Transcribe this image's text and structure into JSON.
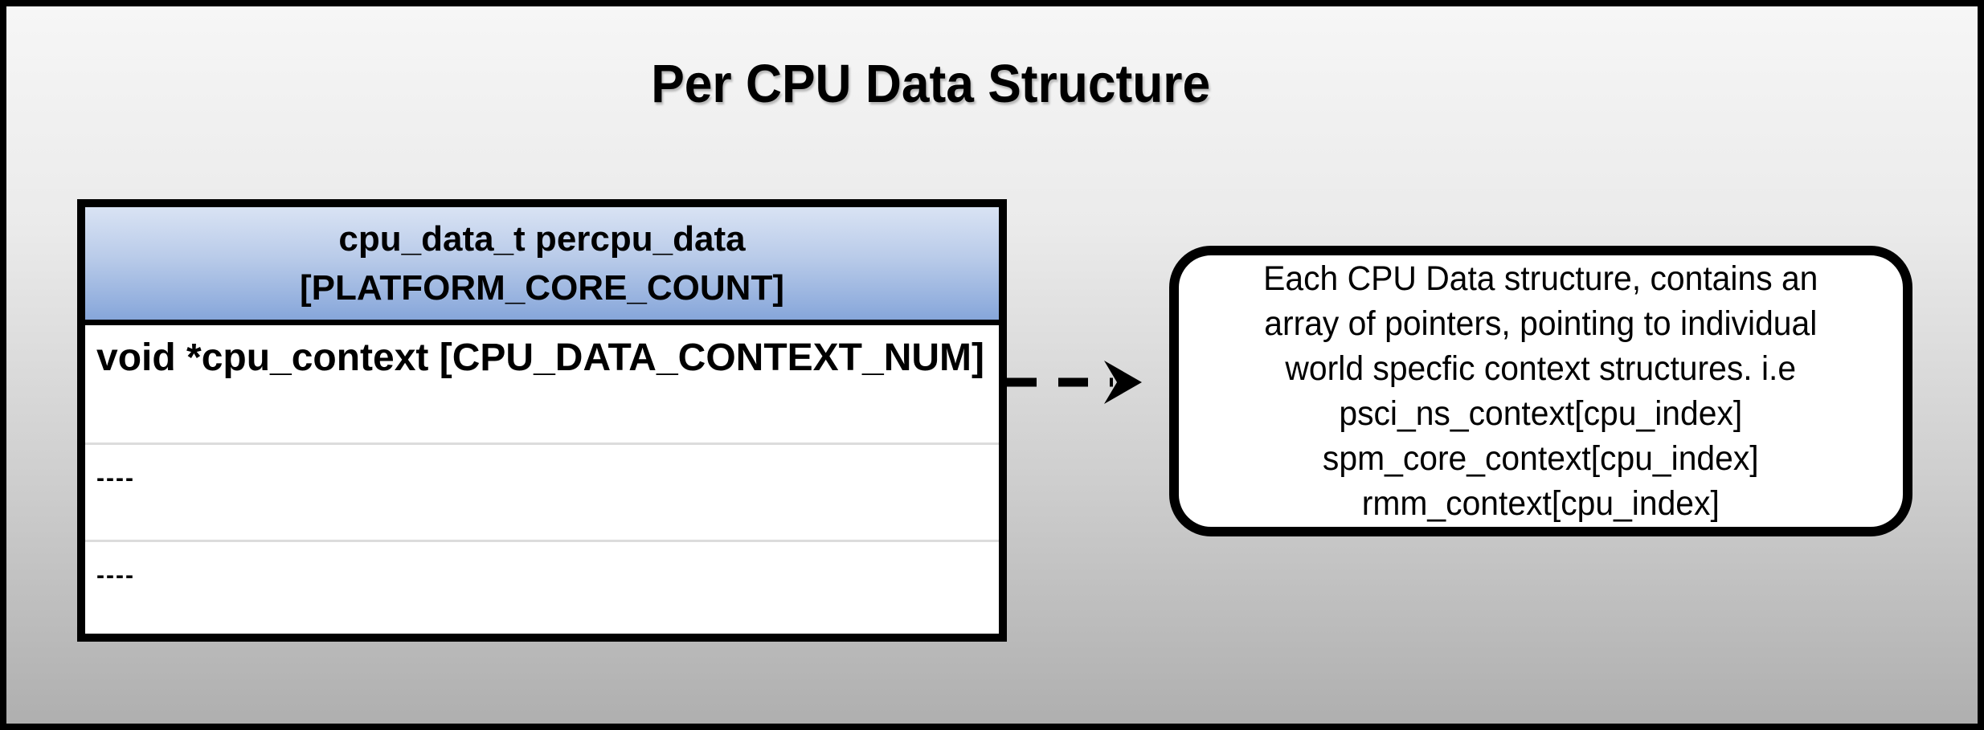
{
  "title": "Per CPU Data Structure",
  "table": {
    "header_line1": "cpu_data_t percpu_data",
    "header_line2": "[PLATFORM_CORE_COUNT]",
    "rows": [
      {
        "text": "void *cpu_context [CPU_DATA_CONTEXT_NUM]"
      },
      {
        "text": "----"
      },
      {
        "text": "----"
      }
    ]
  },
  "arrow": {
    "icon": "dashed-right-arrow"
  },
  "callout": {
    "lines": [
      "Each CPU Data structure, contains an",
      "array of pointers, pointing to individual",
      "world specfic context structures. i.e",
      "psci_ns_context[cpu_index]",
      "spm_core_context[cpu_index]",
      "rmm_context[cpu_index]"
    ]
  },
  "colors": {
    "frame_border": "#000000",
    "background_top": "#f6f6f6",
    "background_bottom": "#afafaf",
    "header_gradient_top": "#d9e3f4",
    "header_gradient_bottom": "#86a6da",
    "row_background": "#ffffff",
    "row_separator": "#dcdcdc",
    "text": "#000000"
  }
}
